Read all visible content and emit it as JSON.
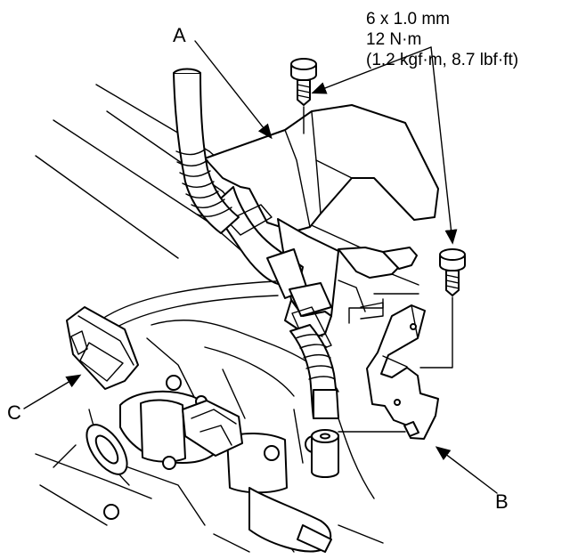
{
  "callouts": {
    "a": "A",
    "b": "B",
    "c": "C"
  },
  "torque_spec": {
    "line1": "6 x 1.0 mm",
    "line2": "12 N·m",
    "line3": "(1.2 kgf·m, 8.7 lbf·ft)"
  }
}
